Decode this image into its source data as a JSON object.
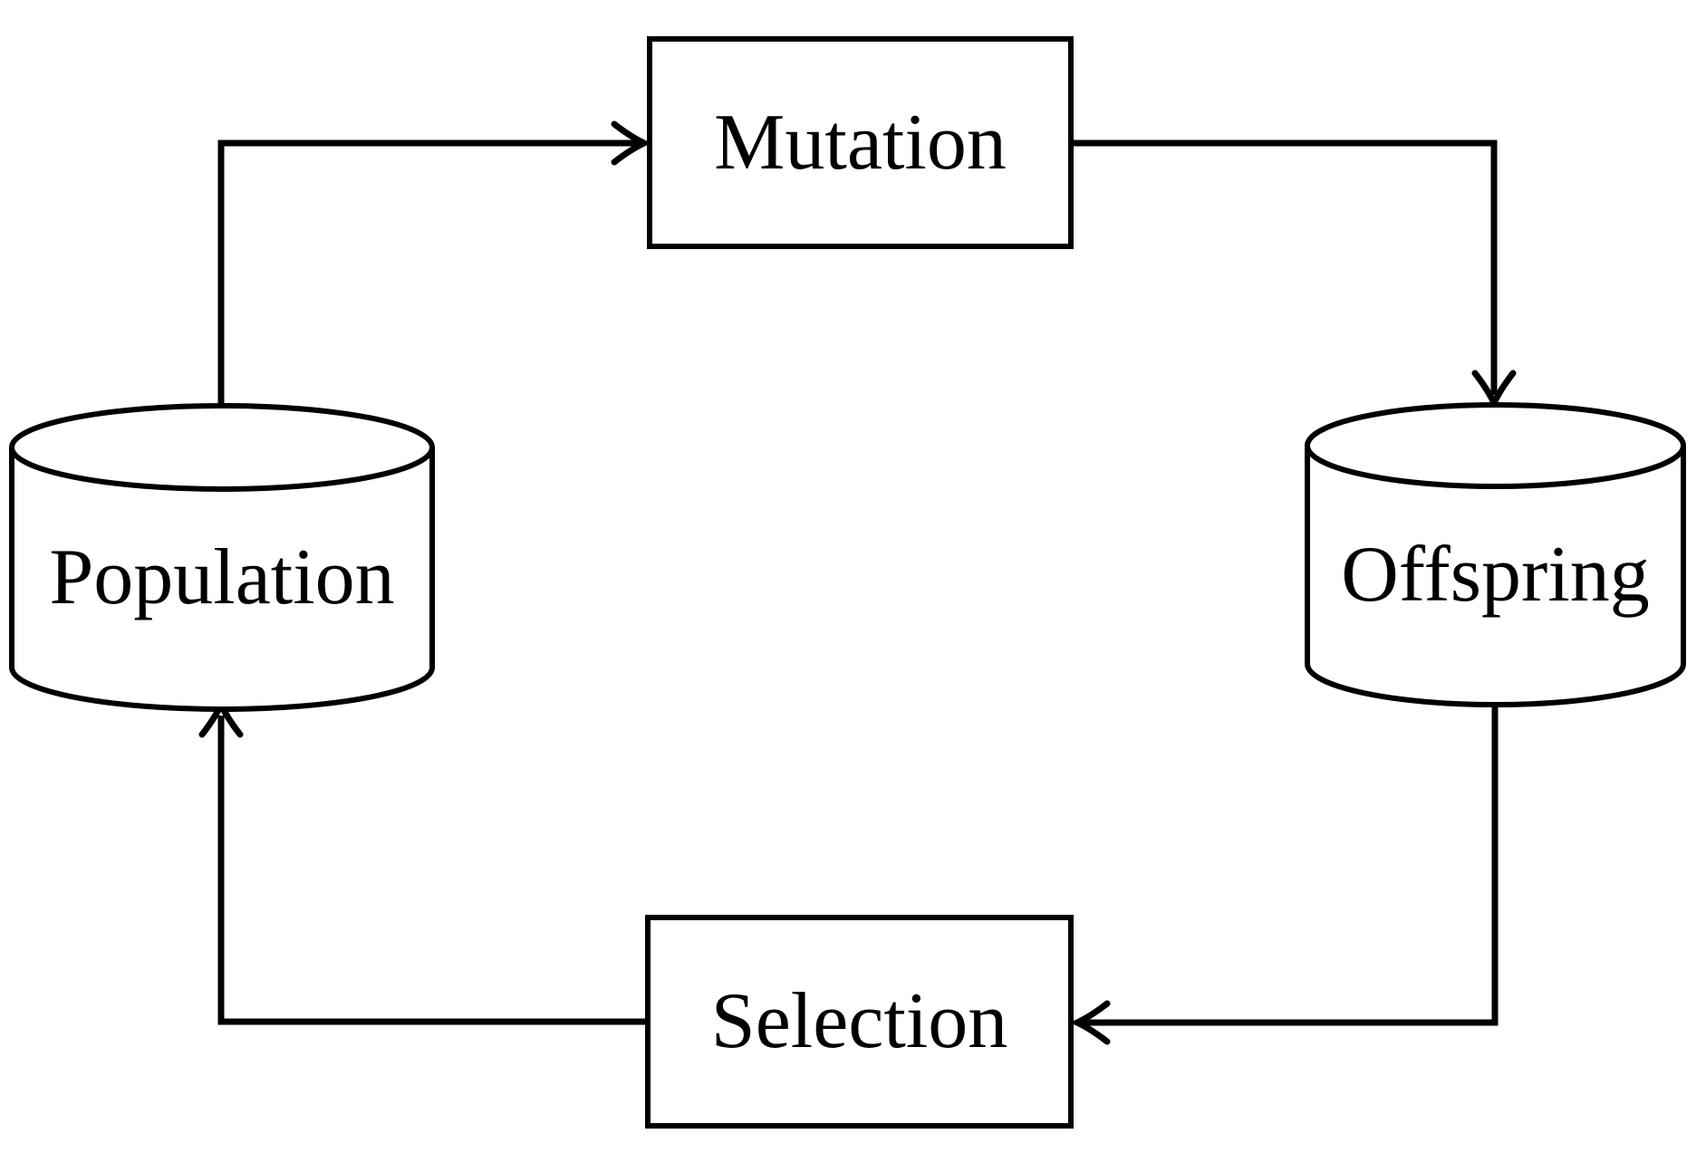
{
  "diagram": {
    "background_color": "#ffffff",
    "line_color": "#000000",
    "nodes": {
      "population": {
        "label": "Population",
        "shape": "cylinder"
      },
      "mutation": {
        "label": "Mutation",
        "shape": "rectangle"
      },
      "offspring": {
        "label": "Offspring",
        "shape": "cylinder"
      },
      "selection": {
        "label": "Selection",
        "shape": "rectangle"
      }
    },
    "edges": [
      {
        "from": "Population",
        "to": "Mutation"
      },
      {
        "from": "Mutation",
        "to": "Offspring"
      },
      {
        "from": "Offspring",
        "to": "Selection"
      },
      {
        "from": "Selection",
        "to": "Population"
      }
    ]
  }
}
